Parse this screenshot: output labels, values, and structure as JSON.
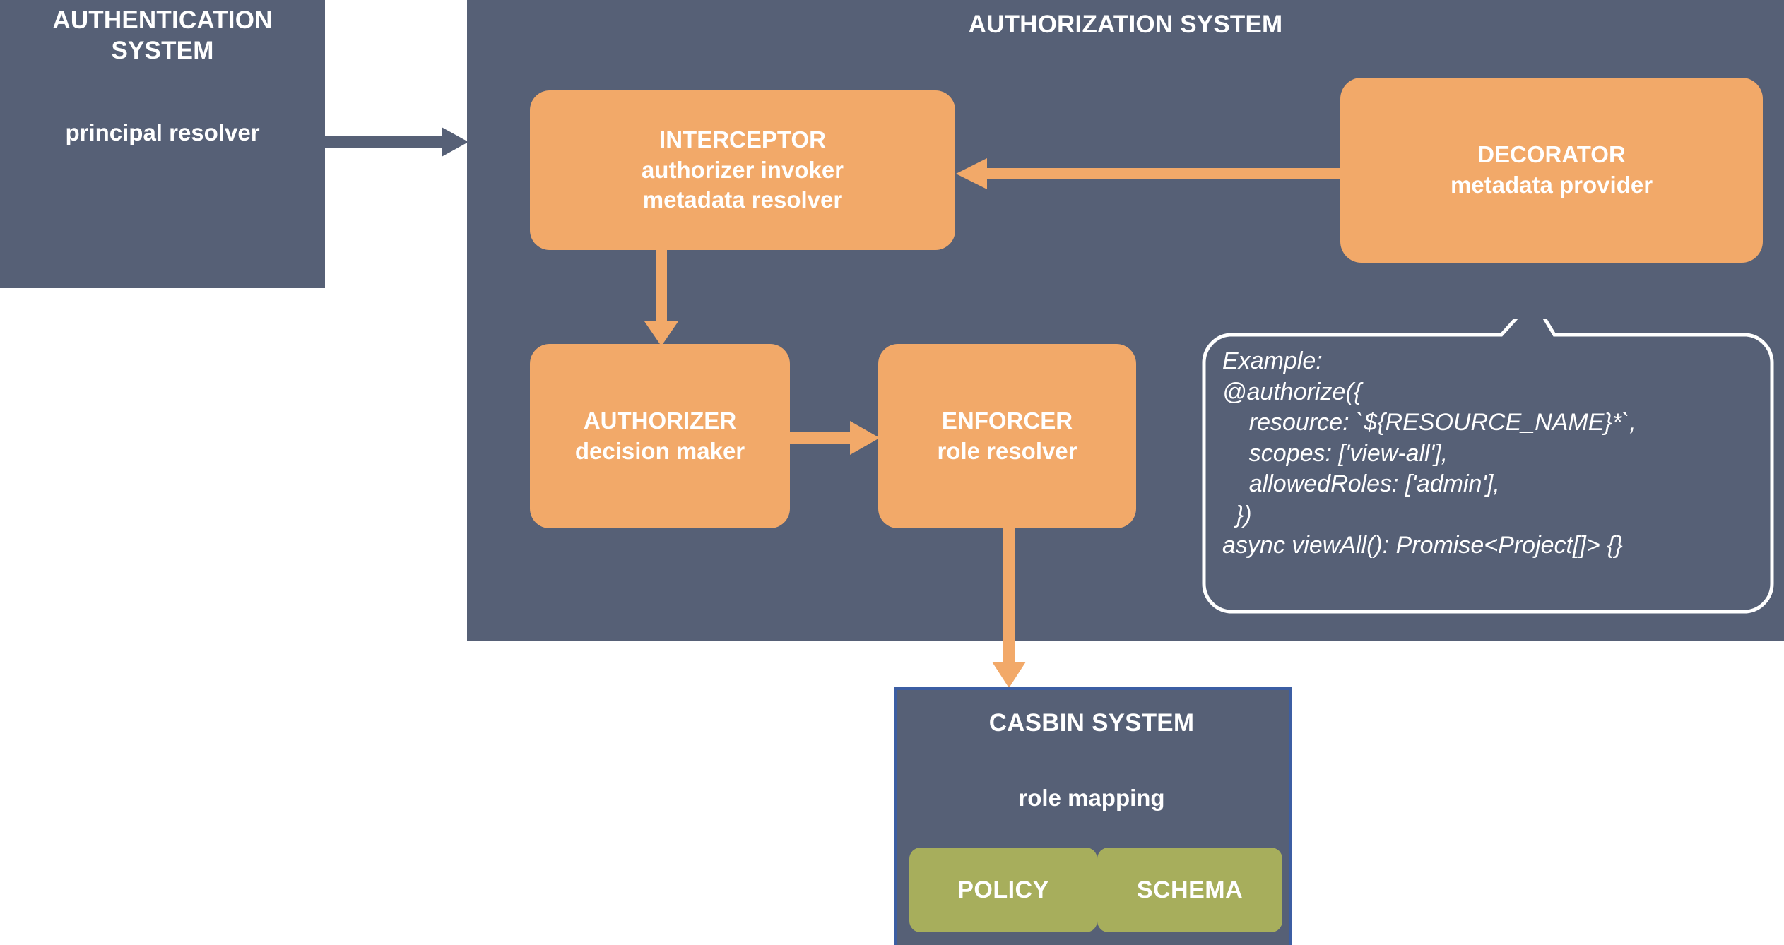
{
  "colors": {
    "panel_dark": "#566076",
    "box_orange": "#F2A969",
    "button_olive": "#A7AE5C",
    "casbin_border": "#3C5EA3",
    "text_white": "#FFFFFF",
    "arrow_dark": "#566076",
    "arrow_orange": "#F2A969",
    "background": "#FFFFFF"
  },
  "authentication_system": {
    "title": "AUTHENTICATION SYSTEM",
    "subtitle": "principal resolver"
  },
  "authorization_system": {
    "title": "AUTHORIZATION SYSTEM",
    "boxes": {
      "interceptor": {
        "title": "INTERCEPTOR",
        "line1": "authorizer invoker",
        "line2": "metadata resolver"
      },
      "decorator": {
        "title": "DECORATOR",
        "line1": "metadata provider"
      },
      "authorizer": {
        "title": "AUTHORIZER",
        "line1": "decision maker"
      },
      "enforcer": {
        "title": "ENFORCER",
        "line1": "role resolver"
      }
    },
    "callout": {
      "text": "Example:\n@authorize({\n    resource: `${RESOURCE_NAME}*`,\n    scopes: ['view-all'],\n    allowedRoles: ['admin'],\n  })\nasync viewAll(): Promise<Project[]> {}"
    }
  },
  "casbin_system": {
    "title": "CASBIN SYSTEM",
    "subtitle": "role mapping",
    "buttons": [
      {
        "label": "POLICY"
      },
      {
        "label": "SCHEMA"
      }
    ]
  },
  "connectors": [
    {
      "name": "auth-to-interceptor",
      "from": "AUTHENTICATION SYSTEM",
      "to": "INTERCEPTOR",
      "color": "#566076",
      "direction": "right"
    },
    {
      "name": "decorator-to-interceptor",
      "from": "DECORATOR",
      "to": "INTERCEPTOR",
      "color": "#F2A969",
      "direction": "left"
    },
    {
      "name": "interceptor-to-authorizer",
      "from": "INTERCEPTOR",
      "to": "AUTHORIZER",
      "color": "#F2A969",
      "direction": "down"
    },
    {
      "name": "authorizer-to-enforcer",
      "from": "AUTHORIZER",
      "to": "ENFORCER",
      "color": "#F2A969",
      "direction": "right"
    },
    {
      "name": "enforcer-to-casbin",
      "from": "ENFORCER",
      "to": "CASBIN SYSTEM",
      "color": "#F2A969",
      "direction": "down"
    }
  ]
}
